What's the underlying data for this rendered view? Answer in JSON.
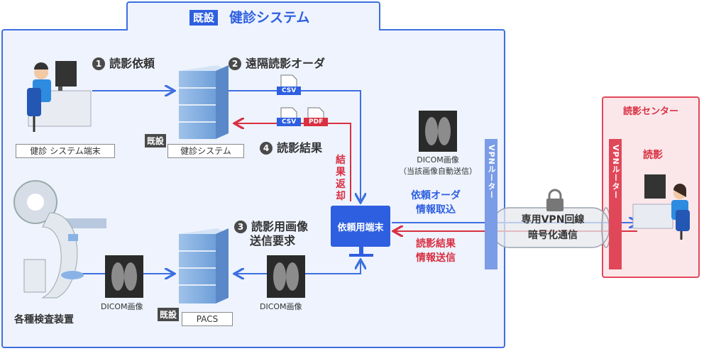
{
  "system": {
    "badge": "既設",
    "title": "健診システム"
  },
  "steps": {
    "s1": {
      "num": "1",
      "label": "読影依頼"
    },
    "s2": {
      "num": "2",
      "label": "遠隔読影オーダ"
    },
    "s3": {
      "num": "3",
      "label_line1": "読影用画像",
      "label_line2": "送信要求"
    },
    "s4": {
      "num": "4",
      "label": "読影結果"
    }
  },
  "nodes": {
    "terminal": {
      "label": "健診 システム端末"
    },
    "kenshin_server": {
      "badge": "既設",
      "label": "健診システム"
    },
    "devices": {
      "label": "各種検査装置"
    },
    "pacs": {
      "badge": "既設",
      "label": "PACS"
    },
    "request_terminal": {
      "label": "依頼用端末"
    }
  },
  "files": {
    "csv": "CSV",
    "pdf": "PDF"
  },
  "images": {
    "dicom_left": "DICOM画像",
    "dicom_mid": "DICOM画像",
    "dicom_top_line1": "DICOM画像",
    "dicom_top_line2": "（当該画像自動送信）"
  },
  "flows": {
    "result_return": "結果返却",
    "order_line1": "依頼オーダ",
    "order_line2": "情報取込",
    "result_send_line1": "読影結果",
    "result_send_line2": "情報送信"
  },
  "vpn": {
    "router_left": "VPNルーター",
    "router_right": "VPNルーター",
    "tunnel_line1": "専用VPN回線",
    "tunnel_line2": "暗号化通信"
  },
  "center": {
    "title": "読影センター",
    "reading": "読影"
  },
  "colors": {
    "blue": "#3d6fe0",
    "red": "#d93042",
    "box_bg": "#eef3fd",
    "center_bg": "#fbe7ea"
  }
}
